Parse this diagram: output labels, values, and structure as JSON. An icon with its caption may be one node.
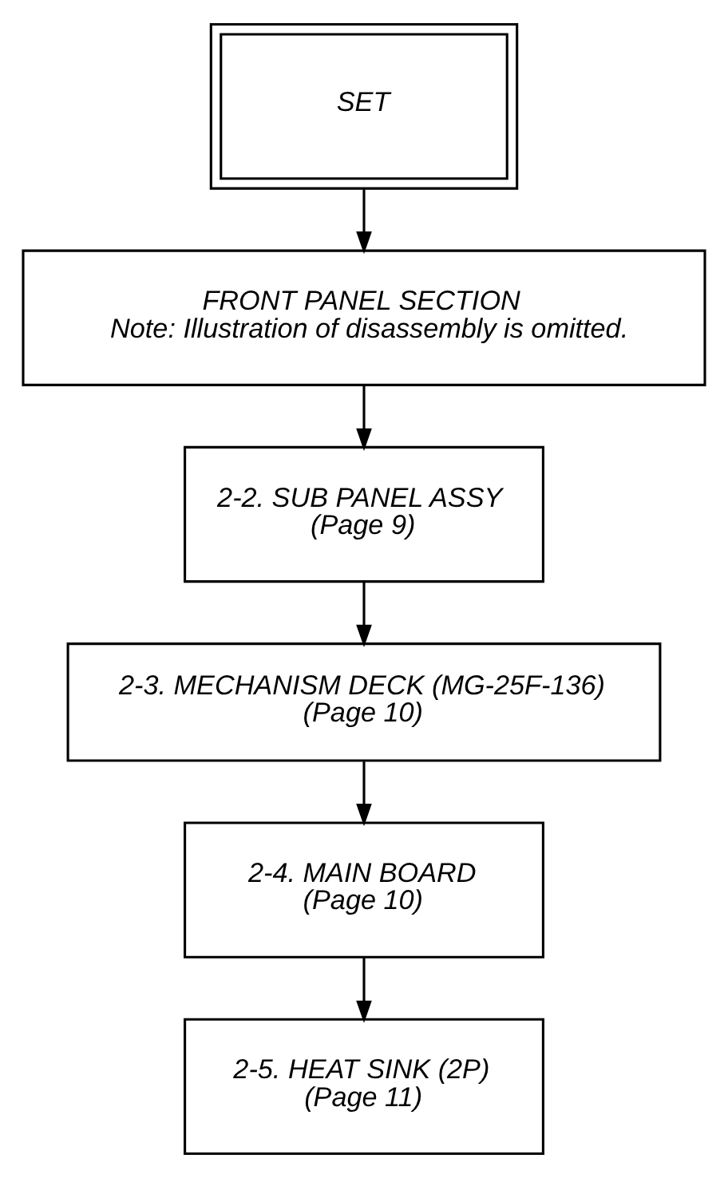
{
  "diagram": {
    "nodes": [
      {
        "text": [
          "SET"
        ]
      },
      {
        "text": [
          "FRONT PANEL SECTION",
          "Note: Illustration of disassembly is omitted."
        ]
      },
      {
        "text": [
          "2-2. SUB PANEL ASSY",
          "(Page 9)"
        ]
      },
      {
        "text": [
          "2-3. MECHANISM DECK (MG-25F-136)",
          "(Page 10)"
        ]
      },
      {
        "text": [
          "2-4. MAIN BOARD",
          "(Page 10)"
        ]
      },
      {
        "text": [
          "2-5. HEAT SINK (2P)",
          "(Page 11)"
        ]
      }
    ],
    "edges": [
      {
        "from": 0,
        "to": 1,
        "arrow": "to"
      },
      {
        "from": 1,
        "to": 2,
        "arrow": "to"
      },
      {
        "from": 2,
        "to": 3,
        "arrow": "to"
      },
      {
        "from": 3,
        "to": 4,
        "arrow": "to"
      },
      {
        "from": 4,
        "to": 5,
        "arrow": "to"
      }
    ]
  }
}
